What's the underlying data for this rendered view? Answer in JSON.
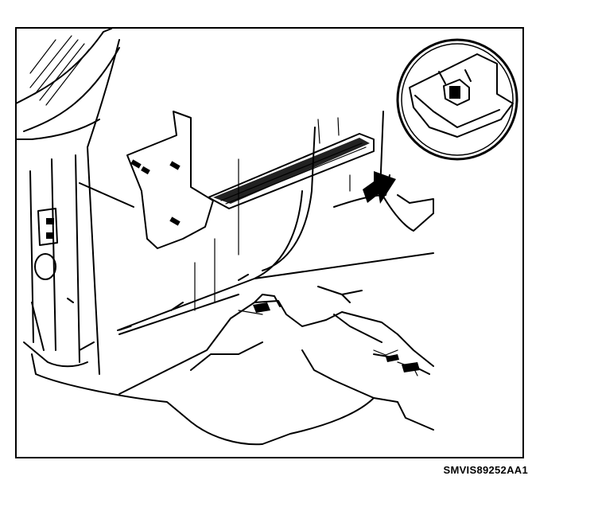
{
  "figure": {
    "reference_code": "SMVIS89252AA1",
    "subject": "door-sill-trim-panel-installation",
    "icons": [
      "door-sill-trim-panel",
      "retaining-clip",
      "direction-arrow",
      "detail-callout"
    ]
  }
}
